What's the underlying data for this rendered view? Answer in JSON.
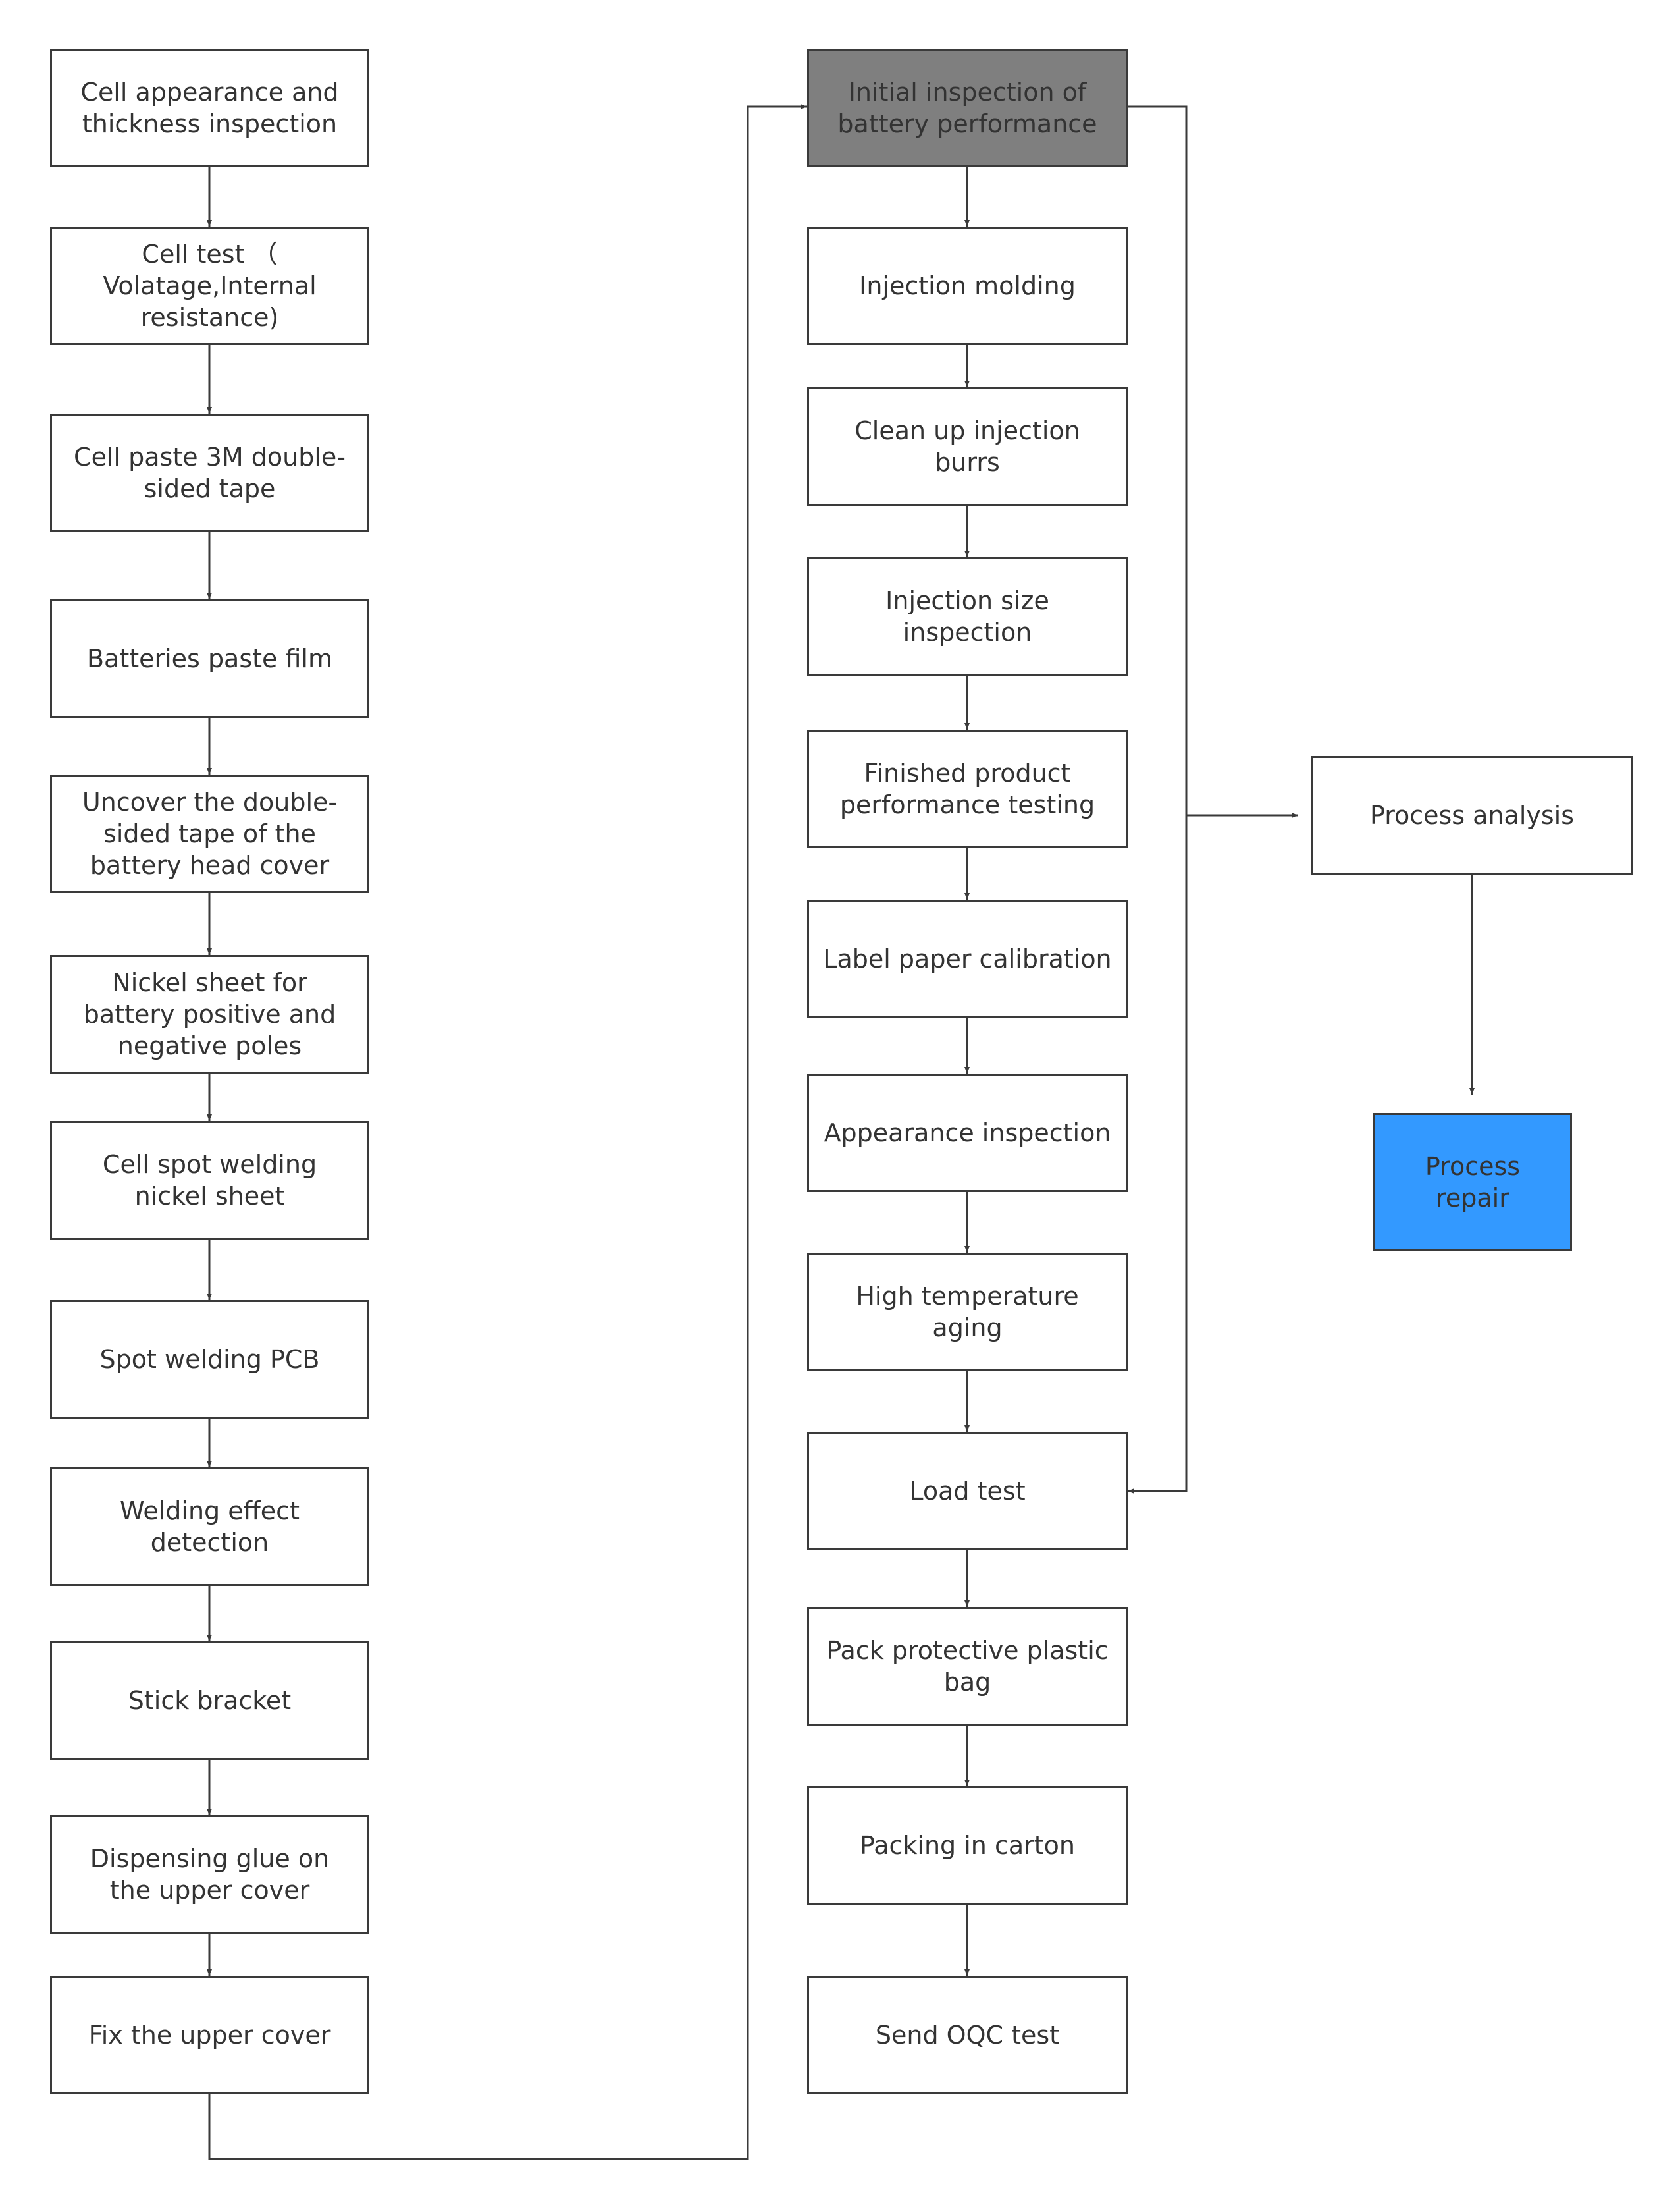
{
  "colors": {
    "line": "#3a3a3a",
    "box_fill": "#ffffff",
    "highlight_gray": "#7f7f7f",
    "highlight_blue": "#3399ff",
    "text": "#333333"
  },
  "left_column": [
    "Cell appearance and\nthickness inspection",
    "Cell test （\nVolatage,Internal\nresistance)",
    "Cell paste 3M double-\nsided tape",
    "Batteries paste film",
    "Uncover the double-\nsided tape of the\nbattery head cover",
    "Nickel sheet for\nbattery positive and\nnegative poles",
    "Cell spot welding\nnickel sheet",
    "Spot welding PCB",
    "Welding effect\ndetection",
    "Stick bracket",
    "Dispensing glue on\nthe upper cover",
    "Fix the upper cover"
  ],
  "middle_column": [
    "Initial inspection of\nbattery performance",
    "Injection molding",
    "Clean up injection\nburrs",
    "Injection size\ninspection",
    "Finished product\nperformance testing",
    "Label paper calibration",
    "Appearance inspection",
    "High temperature\naging",
    "Load test",
    "Pack protective plastic\nbag",
    "Packing in carton",
    "Send OQC test"
  ],
  "right_column": {
    "analysis": "Process analysis",
    "repair": "Process\nrepair"
  }
}
